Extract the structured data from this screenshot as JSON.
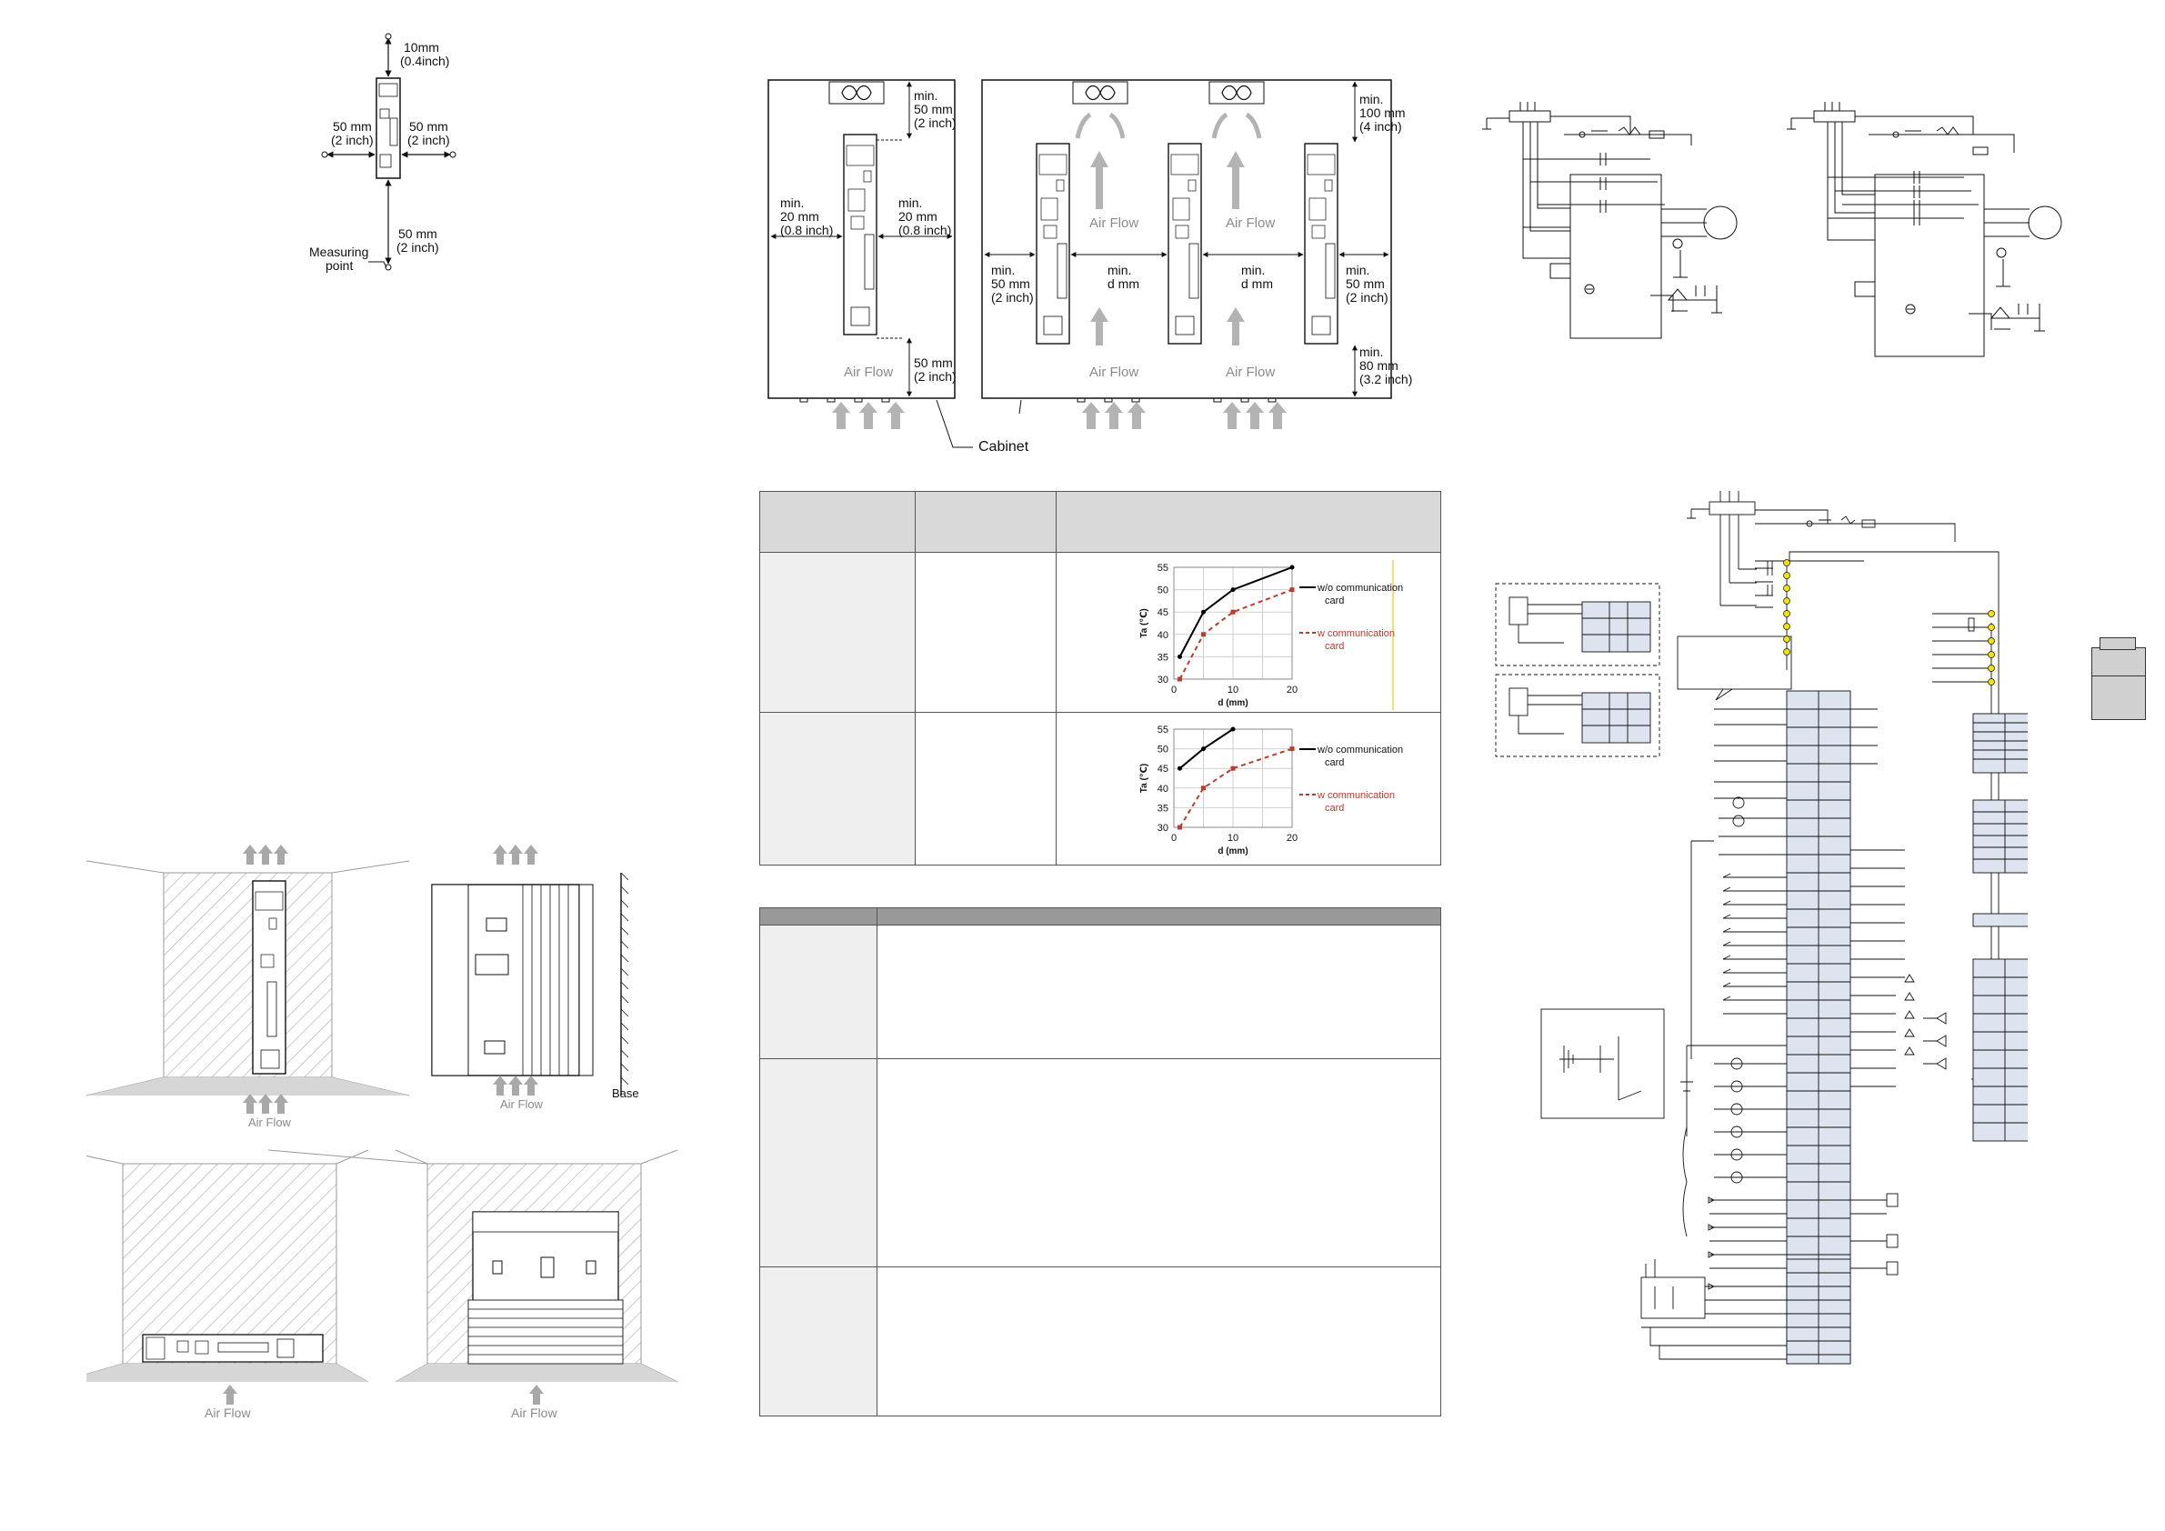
{
  "fig_single": {
    "top_gap": "10mm",
    "top_gap_inch": "(0.4inch)",
    "left_gap": "50 mm",
    "left_gap_inch": "(2 inch)",
    "right_gap": "50 mm",
    "right_gap_inch": "(2 inch)",
    "bottom_gap": "50 mm",
    "bottom_gap_inch": "(2 inch)",
    "measuring": "Measuring",
    "point": "point"
  },
  "fig_cabinet": {
    "top_min": "min.",
    "top_mm": "50 mm",
    "top_inch": "(2 inch)",
    "side_min": "min.",
    "side_mm": "20 mm",
    "side_inch": "(0.8 inch)",
    "bottom_mm": "50 mm",
    "bottom_inch": "(2 inch)",
    "airflow": "Air Flow",
    "cabinet": "Cabinet",
    "multi_top_min": "min.",
    "multi_top_mm": "100 mm",
    "multi_top_inch": "(4 inch)",
    "multi_side_min": "min.",
    "multi_side_mm": "50 mm",
    "multi_side_inch": "(2 inch)",
    "gap_min": "min.",
    "gap_d": "d mm",
    "multi_bottom_min": "min.",
    "multi_bottom_mm": "80 mm",
    "multi_bottom_inch": "(3.2 inch)"
  },
  "fig_mount": {
    "airflow": "Air Flow",
    "base": "Base"
  },
  "derating_table": {
    "charts": [
      {
        "type": "line",
        "ylabel": "Ta (℃)",
        "xlabel": "d (mm)",
        "x_ticks": [
          "0",
          "10",
          "20"
        ],
        "y_ticks": [
          "30",
          "35",
          "40",
          "45",
          "50",
          "55"
        ],
        "xlim": [
          0,
          20
        ],
        "ylim": [
          30,
          55
        ],
        "grid": true,
        "legend_position": "right",
        "series": [
          {
            "name": "w/o communication card",
            "style": "solid",
            "color": "#000000",
            "x": [
              1,
              5,
              10,
              20
            ],
            "y": [
              35,
              45,
              50,
              55
            ]
          },
          {
            "name": "w communication card",
            "style": "dashed",
            "color": "#c0392b",
            "x": [
              1,
              5,
              10,
              20
            ],
            "y": [
              30,
              40,
              45,
              50
            ]
          }
        ]
      },
      {
        "type": "line",
        "ylabel": "Ta (℃)",
        "xlabel": "d (mm)",
        "x_ticks": [
          "0",
          "10",
          "20"
        ],
        "y_ticks": [
          "30",
          "35",
          "40",
          "45",
          "50",
          "55"
        ],
        "xlim": [
          0,
          20
        ],
        "ylim": [
          30,
          55
        ],
        "grid": true,
        "legend_position": "right",
        "series": [
          {
            "name": "w/o communication card",
            "style": "solid",
            "color": "#000000",
            "x": [
              1,
              5,
              10
            ],
            "y": [
              45,
              50,
              55
            ]
          },
          {
            "name": "w communication card",
            "style": "dashed",
            "color": "#c0392b",
            "x": [
              1,
              5,
              10,
              20
            ],
            "y": [
              30,
              40,
              45,
              50
            ]
          }
        ]
      }
    ]
  },
  "colors": {
    "table_header": "#d9d9d9",
    "table_grey": "#efefef",
    "airflow_arrow": "#b3b3b3",
    "hatch": "#b5b5b5",
    "terminal_fill": "#dde3ef",
    "terminal_dot": "#f2e400",
    "highlight_line": "#f5e26a"
  }
}
